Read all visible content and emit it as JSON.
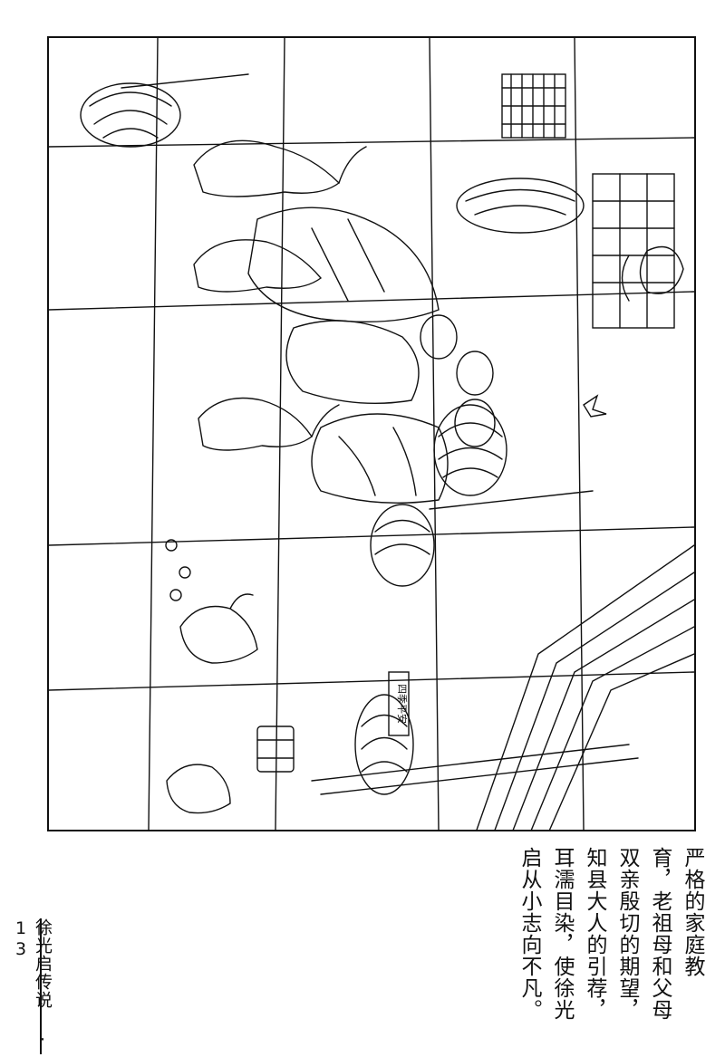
{
  "caption": {
    "lines": [
      "严格的家庭教",
      "育，老祖母和父母",
      "双亲殷切的期望，",
      "知县大人的引荐，",
      "耳濡目染，使徐光",
      "启从小志向不凡。"
    ]
  },
  "footer": {
    "text": "徐光启传说 · 13"
  },
  "illustration": {
    "signboard_text": "四季平安"
  }
}
